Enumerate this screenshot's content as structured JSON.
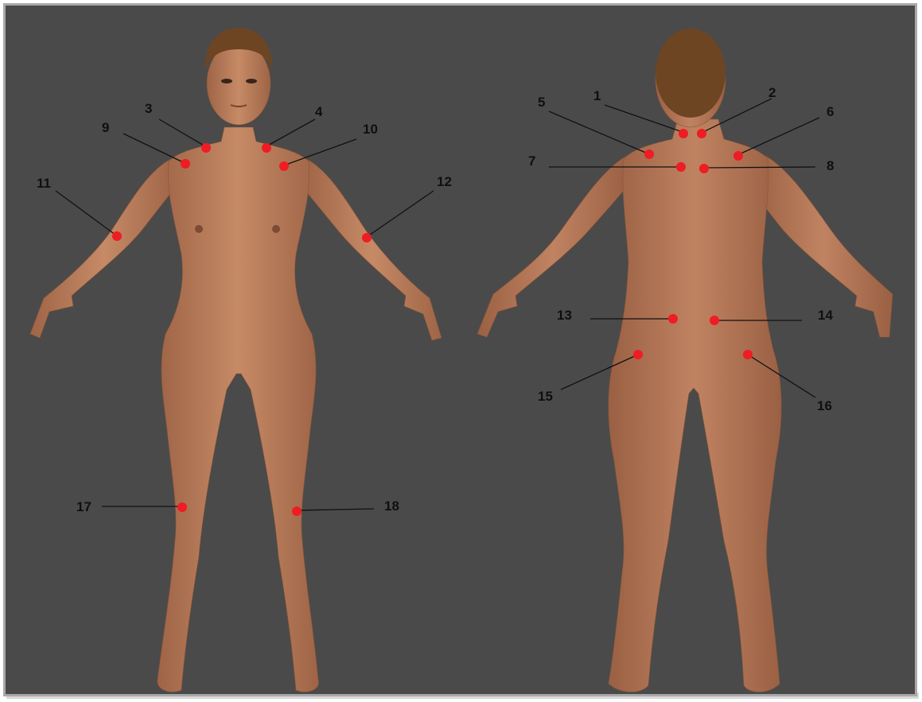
{
  "figure": {
    "background_color": "#4a4a4a",
    "marker_color": "#ef1c24",
    "skin_color": "#b97a58",
    "hair_color": "#6e4522",
    "views": [
      "front",
      "back"
    ]
  },
  "points": [
    {
      "label": "1"
    },
    {
      "label": "2"
    },
    {
      "label": "3"
    },
    {
      "label": "4"
    },
    {
      "label": "5"
    },
    {
      "label": "6"
    },
    {
      "label": "7"
    },
    {
      "label": "8"
    },
    {
      "label": "9"
    },
    {
      "label": "10"
    },
    {
      "label": "11"
    },
    {
      "label": "12"
    },
    {
      "label": "13"
    },
    {
      "label": "14"
    },
    {
      "label": "15"
    },
    {
      "label": "16"
    },
    {
      "label": "17"
    },
    {
      "label": "18"
    }
  ]
}
